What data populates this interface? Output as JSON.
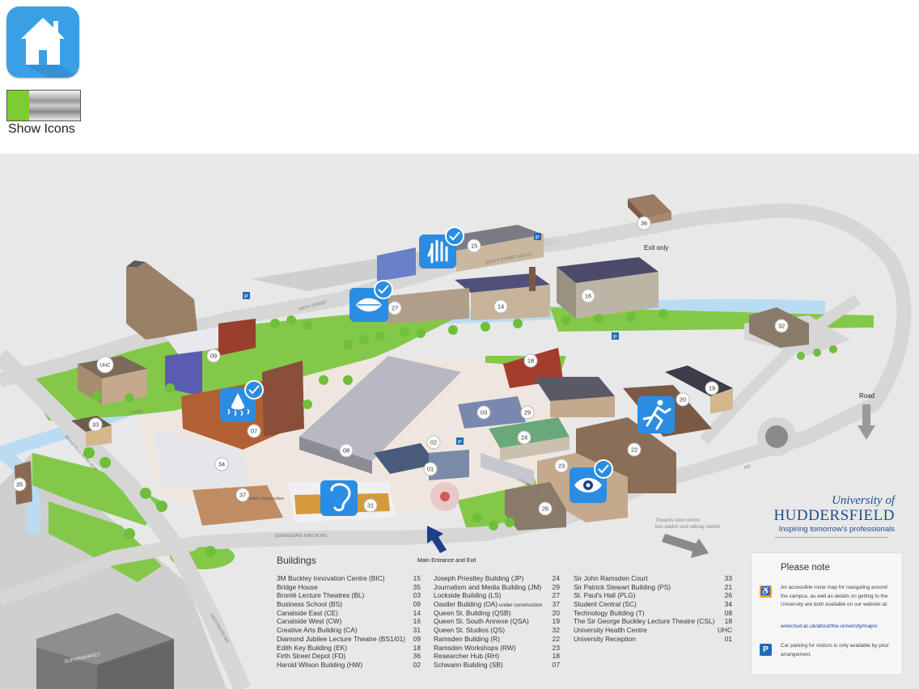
{
  "controls": {
    "home_icon": "home-icon",
    "toggle_label": "Show Icons",
    "toggle_state": "on",
    "toggle_on_color": "#7ccc32"
  },
  "map": {
    "colors": {
      "background": "#e8e8e8",
      "grass": "#84c84a",
      "river": "#b9dcf2",
      "road": "#d6d6d6",
      "pavement": "#efe7df",
      "icon_blue": "#2b8de2"
    },
    "map_labels": {
      "exit_only": "Exit only",
      "road": "Road",
      "main_entrance": "Main Entrance and Exit",
      "towards_town": "Towards town centre",
      "bus_rail": "bus station and railway station",
      "supermarket": "SUPERMARKET",
      "under_construction": "under construction",
      "road_queensgate": "QUEENSGATE RING ROAD",
      "road_wakefield": "WAKEFIELD ROAD A629",
      "road_southgate": "SOUTHGATE A62",
      "road_firth": "FIRTH STREET",
      "road_queen_south": "QUEEN STREET SOUTH",
      "road_chapel": "CHAPEL HILL",
      "road_a62": "A62",
      "road_canal": "CANAL"
    },
    "building_numbers": [
      "36",
      "15",
      "16",
      "27",
      "14",
      "32",
      "09",
      "18",
      "UHC",
      "19",
      "20",
      "33",
      "07",
      "03",
      "29",
      "08",
      "02",
      "24",
      "22",
      "01",
      "34",
      "23",
      "35",
      "37",
      "31",
      "26"
    ],
    "parking_symbol": "P",
    "accessibility_icons": [
      "hand-touch-icon",
      "lips-speech-icon",
      "steam-heat-icon",
      "running-person-icon",
      "ear-hearing-icon",
      "eye-vision-icon"
    ],
    "check_badge_icon": "check-badge-icon",
    "road_arrow_icon": "road-arrow-down-icon",
    "entrance_arrow_icon": "entrance-arrow-icon"
  },
  "legend": {
    "title": "Buildings",
    "columns": [
      [
        {
          "name": "3M Buckley Innovation Centre (BIC)",
          "code": "15"
        },
        {
          "name": "Bridge House",
          "code": "35"
        },
        {
          "name": "Brontë Lecture Theatres (BL)",
          "code": "03"
        },
        {
          "name": "Business School (BS)",
          "code": "09"
        },
        {
          "name": "Canalside East (CE)",
          "code": "14"
        },
        {
          "name": "Canalside West (CW)",
          "code": "16"
        },
        {
          "name": "Creative Arts Building (CA)",
          "code": "31"
        },
        {
          "name": "Diamond Jubilee Lecture Theatre (BS1/01)",
          "code": "09"
        },
        {
          "name": "Edith Key Building (EK)",
          "code": "18"
        },
        {
          "name": "Firth Street Depot (FD)",
          "code": "36"
        },
        {
          "name": "Harold Wilson Building (HW)",
          "code": "02"
        }
      ],
      [
        {
          "name": "Joseph Priestley Building (JP)",
          "code": "24"
        },
        {
          "name": "Journalism and Media Building (JM)",
          "code": "29"
        },
        {
          "name": "Lockside Building (LS)",
          "code": "27"
        },
        {
          "name": "Oastler Building (OA)",
          "note": "under construction",
          "code": "37"
        },
        {
          "name": "Queen St. Building (QSB)",
          "code": "20"
        },
        {
          "name": "Queen St. South Annexe (QSA)",
          "code": "19"
        },
        {
          "name": "Queen St. Studios (QS)",
          "code": "32"
        },
        {
          "name": "Ramsden Building (R)",
          "code": "22"
        },
        {
          "name": "Ramsden Workshops (RW)",
          "code": "23"
        },
        {
          "name": "Researcher Hub (RH)",
          "code": "18"
        },
        {
          "name": "Schwann Building (SB)",
          "code": "07"
        }
      ],
      [
        {
          "name": "Sir John Ramsden Court",
          "code": "33"
        },
        {
          "name": "Sir Patrick Stewart Building (PS)",
          "code": "21"
        },
        {
          "name": "St. Paul's Hall (PLG)",
          "code": "26"
        },
        {
          "name": "Student Central (SC)",
          "code": "34"
        },
        {
          "name": "Technology Building (T)",
          "code": "08"
        },
        {
          "name": "The Sir George Buckley Lecture Theatre (CSL)",
          "code": "18"
        },
        {
          "name": "University Health Centre",
          "code": "UHC"
        },
        {
          "name": "University Reception",
          "code": "01"
        }
      ]
    ]
  },
  "note": {
    "title": "Please note",
    "access_icon": "wheelchair-icon",
    "access_text": "An accessible route map for navigating around the campus, as well as details on getting to the University are both available on our website at:",
    "link": "www.hud.ac.uk/about/the-university/maps/",
    "parking_icon": "parking-icon",
    "parking_symbol": "P",
    "parking_text": "Car parking for visitors is only available by prior arrangement."
  },
  "branding": {
    "line1": "University of",
    "line2": "HUDDERSFIELD",
    "line3": "Inspiring tomorrow's professionals",
    "color": "#1d4d8e"
  }
}
